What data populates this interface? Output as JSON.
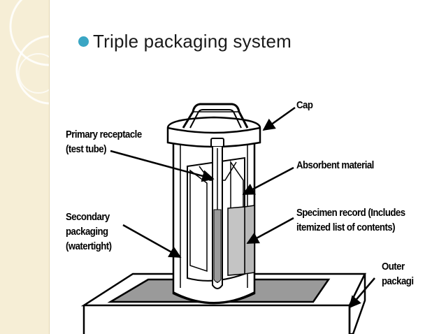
{
  "slide": {
    "title": "Triple packaging system",
    "accent_color": "#3aa6c4",
    "decor_color": "#f6eed6"
  },
  "labels": {
    "cap": "Cap",
    "absorbent": "Absorbent material",
    "specimen_line1": "Specimen record (Includes",
    "specimen_line2": "itemized list of contents)",
    "primary_line1": "Primary receptacle",
    "primary_line2": "(test tube)",
    "secondary_line1": "Secondary",
    "secondary_line2": "packaging",
    "secondary_line3": "(watertight)",
    "outer_line1": "Outer",
    "outer_line2": "packagi"
  }
}
